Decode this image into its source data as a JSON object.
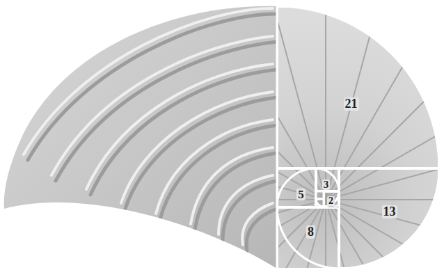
{
  "diagram": {
    "nodes": [
      {
        "text": [
          "21"
        ]
      },
      {
        "text": [
          "5"
        ]
      },
      {
        "text": [
          "3"
        ]
      },
      {
        "text": [
          "2"
        ]
      },
      {
        "text": [
          "13"
        ]
      },
      {
        "text": [
          "8"
        ]
      }
    ]
  }
}
